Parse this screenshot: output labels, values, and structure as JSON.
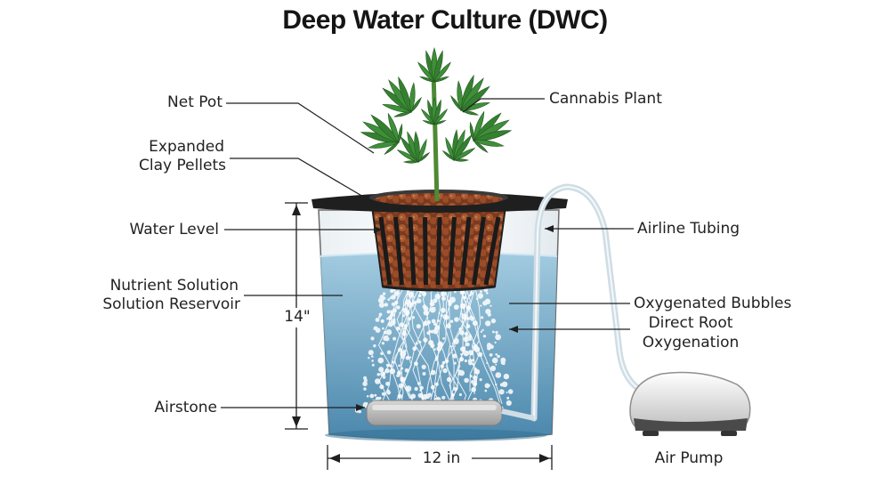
{
  "title": "Deep Water Culture (DWC)",
  "labels": {
    "net_pot": "Net Pot",
    "clay_pellets_line1": "Expanded",
    "clay_pellets_line2": "Clay Pellets",
    "water_level": "Water Level",
    "nutrient_line1": "Nutrient Solution",
    "nutrient_line2": "Solution Reservoir",
    "airstone": "Airstone",
    "cannabis_plant": "Cannabis Plant",
    "airline_tubing": "Airline Tubing",
    "oxygenated_bubbles": "Oxygenated Bubbles",
    "direct_root_line1": "Direct Root",
    "direct_root_line2": "Oxygenation",
    "air_pump": "Air Pump",
    "height_dim": "14\"",
    "width_dim": "12 in"
  },
  "colors": {
    "water": "#6aa9c9",
    "water_dark": "#3f7fa3",
    "bucket_edge": "#2b2b2b",
    "lid": "#1e1e1e",
    "leaf": "#3f8f3a",
    "leaf_dark": "#2a6b28",
    "clay": "#9a4e2c",
    "pump": "#e9e9e9"
  },
  "icons": [
    "cannabis-leaf-icon",
    "air-pump-icon",
    "airstone-icon",
    "net-pot-icon"
  ]
}
